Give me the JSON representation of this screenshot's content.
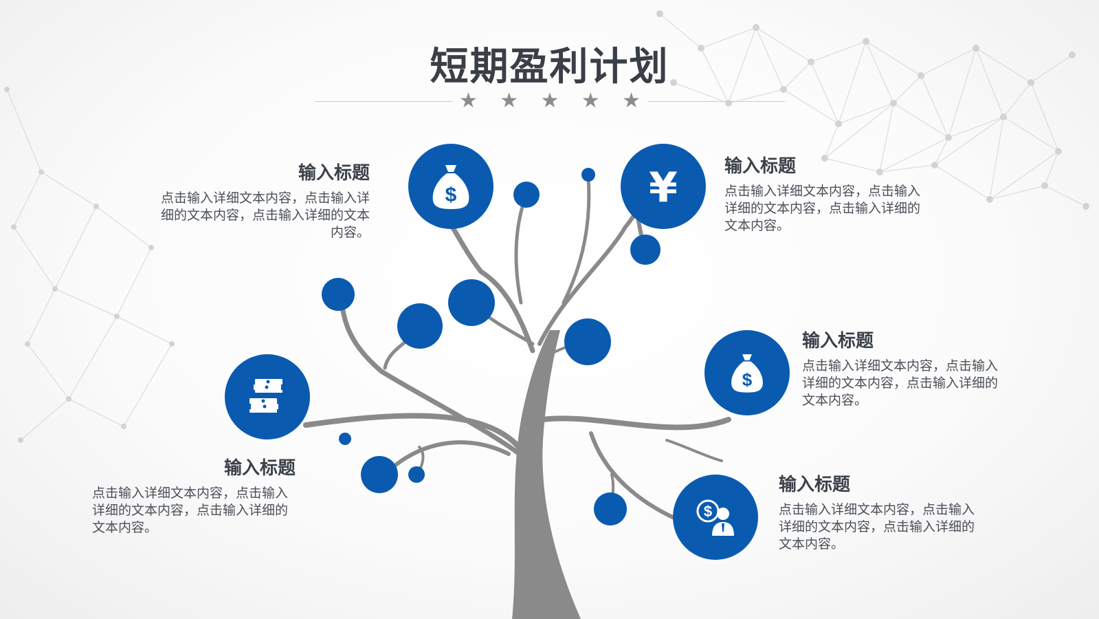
{
  "slide": {
    "title": "短期盈利计划",
    "stars": [
      "★",
      "★",
      "★",
      "★",
      "★"
    ],
    "accent_color": "#0a5bb0",
    "trunk_color": "#8a8a8a"
  },
  "items": [
    {
      "heading": "输入标题",
      "body": "点击输入详细文本内容，点击输入详细的文本内容，点击输入详细的文本内容。",
      "icon": "money-bag-icon"
    },
    {
      "heading": "输入标题",
      "body": "点击输入详细文本内容，点击输入详细的文本内容，点击输入详细的文本内容。",
      "icon": "yen-icon"
    },
    {
      "heading": "输入标题",
      "body": "点击输入详细文本内容，点击输入详细的文本内容，点击输入详细的文本内容。",
      "icon": "money-bag-icon"
    },
    {
      "heading": "输入标题",
      "body": "点击输入详细文本内容，点击输入详细的文本内容，点击输入详细的文本内容。",
      "icon": "cash-stack-icon"
    },
    {
      "heading": "输入标题",
      "body": "点击输入详细文本内容，点击输入详细的文本内容，点击输入详细的文本内容。",
      "icon": "businessman-dollar-icon"
    }
  ]
}
